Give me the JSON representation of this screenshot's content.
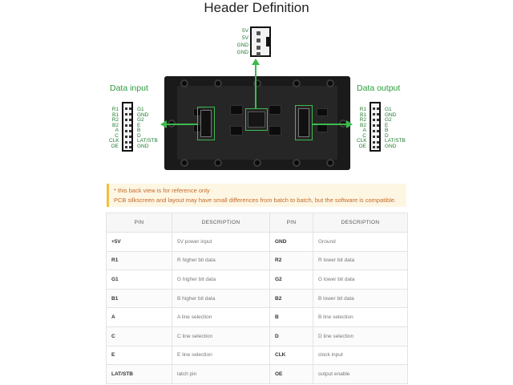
{
  "title": "Header Definition",
  "data_input_label": "Data input",
  "data_output_label": "Data output",
  "power_pins": [
    "5V",
    "5V",
    "GND",
    "GND"
  ],
  "header_left_pins": [
    "R1",
    "B1",
    "R2",
    "B2",
    "A",
    "C",
    "CLK",
    "OE"
  ],
  "header_right_pins": [
    "G1",
    "GND",
    "G2",
    "E",
    "B",
    "D",
    "LAT/STB",
    "GND"
  ],
  "notice": {
    "line1": "* this back view is for reference only",
    "line2": "PCB silkscreen and layout may have small differences from batch to batch, but the software is compatible."
  },
  "table": {
    "headers": [
      "PIN",
      "DESCRIPTION",
      "PIN",
      "DESCRIPTION"
    ],
    "rows": [
      [
        "+5V",
        "5V power input",
        "GND",
        "Ground"
      ],
      [
        "R1",
        "R higher bit data",
        "R2",
        "R lower bit data"
      ],
      [
        "G1",
        "G higher bit data",
        "G2",
        "G lower bit data"
      ],
      [
        "B1",
        "B higher bit data",
        "B2",
        "B lower bit data"
      ],
      [
        "A",
        "A line selection",
        "B",
        "B line selection"
      ],
      [
        "C",
        "C line selection",
        "D",
        "D line selection"
      ],
      [
        "E",
        "E line selection",
        "CLK",
        "clock input"
      ],
      [
        "LAT/STB",
        "latch pin",
        "OE",
        "output enable"
      ]
    ]
  },
  "colors": {
    "accent": "#3dba4e",
    "label_text": "#2a9d3b",
    "notice_text": "#c66a2b",
    "notice_bg": "#fdf6e3"
  }
}
